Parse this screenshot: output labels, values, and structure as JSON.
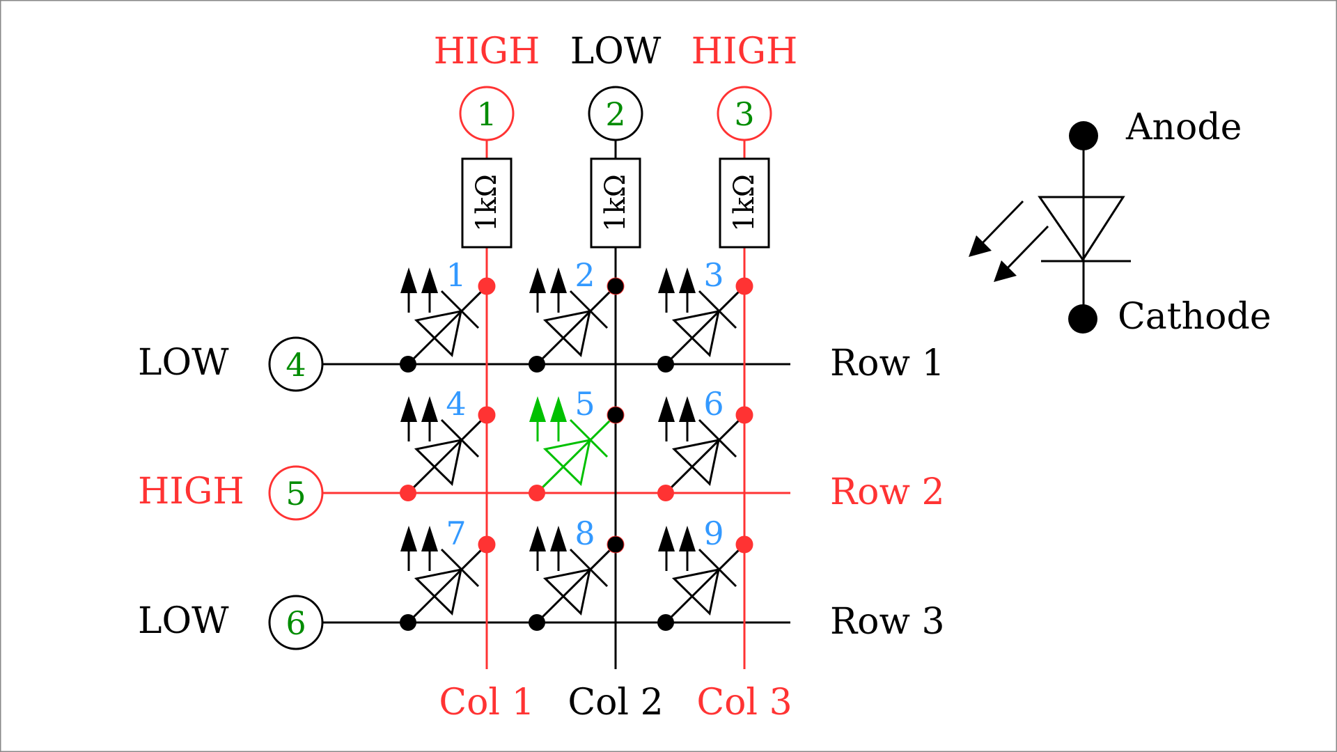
{
  "colors": {
    "high": "#ff3333",
    "low": "#000000",
    "pin_number": "#008c00",
    "led_number": "#3399ff",
    "lit_led": "#00c000",
    "border": "#888888"
  },
  "columns": [
    {
      "name": "Col 1",
      "state": "HIGH",
      "pin": "1",
      "resistor": "1kΩ"
    },
    {
      "name": "Col 2",
      "state": "LOW",
      "pin": "2",
      "resistor": "1kΩ"
    },
    {
      "name": "Col 3",
      "state": "HIGH",
      "pin": "3",
      "resistor": "1kΩ"
    }
  ],
  "rows": [
    {
      "name": "Row 1",
      "state": "LOW",
      "pin": "4"
    },
    {
      "name": "Row 2",
      "state": "HIGH",
      "pin": "5"
    },
    {
      "name": "Row 3",
      "state": "LOW",
      "pin": "6"
    }
  ],
  "leds": [
    {
      "label": "1",
      "row": 1,
      "col": 1,
      "lit": false
    },
    {
      "label": "2",
      "row": 1,
      "col": 2,
      "lit": false
    },
    {
      "label": "3",
      "row": 1,
      "col": 3,
      "lit": false
    },
    {
      "label": "4",
      "row": 2,
      "col": 1,
      "lit": false
    },
    {
      "label": "5",
      "row": 2,
      "col": 2,
      "lit": true
    },
    {
      "label": "6",
      "row": 2,
      "col": 3,
      "lit": false
    },
    {
      "label": "7",
      "row": 3,
      "col": 1,
      "lit": false
    },
    {
      "label": "8",
      "row": 3,
      "col": 2,
      "lit": false
    },
    {
      "label": "9",
      "row": 3,
      "col": 3,
      "lit": false
    }
  ],
  "legend": {
    "anode_label": "Anode",
    "cathode_label": "Cathode",
    "symbol": "led-icon"
  }
}
